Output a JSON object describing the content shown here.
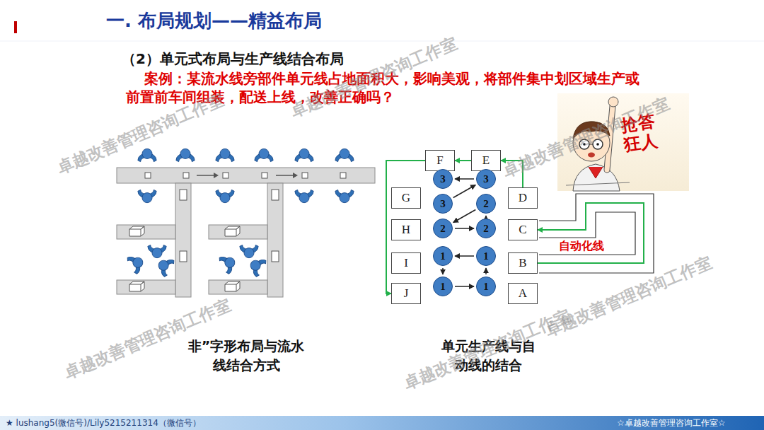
{
  "diagram": {
    "title": "一. 布局规划——精益布局",
    "nodes": [
      {
        "text": [
          "F"
        ]
      },
      {
        "text": [
          "E"
        ]
      },
      {
        "text": [
          "G"
        ]
      },
      {
        "text": [
          "D"
        ]
      },
      {
        "text": [
          "H"
        ]
      },
      {
        "text": [
          "C"
        ]
      },
      {
        "text": [
          "I"
        ]
      },
      {
        "text": [
          "B"
        ]
      },
      {
        "text": [
          "J"
        ]
      },
      {
        "text": [
          "A"
        ]
      },
      {
        "text": [
          "3"
        ]
      },
      {
        "text": [
          "3"
        ]
      },
      {
        "text": [
          "3"
        ]
      },
      {
        "text": [
          "2"
        ]
      },
      {
        "text": [
          "2"
        ]
      },
      {
        "text": [
          "2"
        ]
      },
      {
        "text": [
          "1"
        ]
      },
      {
        "text": [
          "1"
        ]
      },
      {
        "text": [
          "1"
        ]
      },
      {
        "text": [
          "1"
        ]
      }
    ],
    "edges": [
      {
        "from": 11,
        "to": 10,
        "arrow": "to"
      },
      {
        "from": 12,
        "to": 11,
        "arrow": "to"
      },
      {
        "from": 13,
        "to": 14,
        "arrow": "to"
      },
      {
        "from": 14,
        "to": 15,
        "arrow": "to"
      },
      {
        "from": 15,
        "to": 13,
        "arrow": "to"
      },
      {
        "from": 17,
        "to": 16,
        "arrow": "to"
      },
      {
        "from": 16,
        "to": 18,
        "arrow": "to"
      },
      {
        "from": 18,
        "to": 19,
        "arrow": "to"
      },
      {
        "from": 19,
        "to": 17,
        "arrow": "to"
      },
      {
        "from": 3,
        "to": 1,
        "arrow": "to"
      },
      {
        "from": 1,
        "to": 0,
        "arrow": "to"
      },
      {
        "from": 0,
        "to": 8,
        "arrow": "to"
      },
      {
        "from": 7,
        "to": 5,
        "arrow": "to"
      }
    ],
    "labels": [
      "（2）单元式布局与生产线结合布局",
      "案例：某流水线旁部件单元线占地面积大，影响美观，将部件集中划区域生产或前置前车间组装，配送上线，改善正确吗？",
      "抢答狂人",
      "自动化线",
      "非”字形布局与流水线结合方式",
      "单元生产线与自动线的结合",
      "卓越改善管理咨询工作室",
      "卓越改善管理咨询工作室",
      "卓越改善管理咨询工作室",
      "卓越改善管理咨询工作室",
      "卓越改善管理咨询工作室",
      "卓越改善管理咨询工作室",
      "★ lushang5(微信号)/Lily5215211314（微信号）",
      "☆卓越改善管理咨询工作室☆"
    ]
  }
}
